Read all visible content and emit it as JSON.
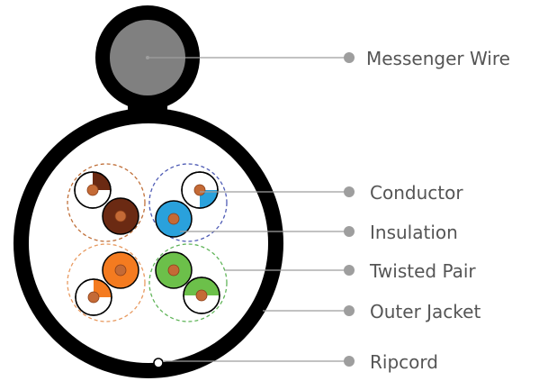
{
  "labels": {
    "messenger_wire": "Messenger Wire",
    "conductor": "Conductor",
    "insulation": "Insulation",
    "twisted_pair": "Twisted Pair",
    "outer_jacket": "Outer Jacket",
    "ripcord": "Ripcord"
  },
  "colors": {
    "jacket": "#000000",
    "messenger_core": "#808080",
    "leader_line": "#9e9e9e",
    "copper": "#c46a36",
    "brown": "#6b2a13",
    "blue": "#2aa1dc",
    "orange": "#f47b20",
    "green": "#6cc04a",
    "white": "#ffffff",
    "brown_ring": "#c0703a",
    "blue_ring": "#4f5cb5",
    "orange_ring": "#e89a60",
    "green_ring": "#61b55a"
  },
  "pairs": [
    {
      "name": "brown-pair",
      "color": "brown"
    },
    {
      "name": "blue-pair",
      "color": "blue"
    },
    {
      "name": "orange-pair",
      "color": "orange"
    },
    {
      "name": "green-pair",
      "color": "green"
    }
  ]
}
